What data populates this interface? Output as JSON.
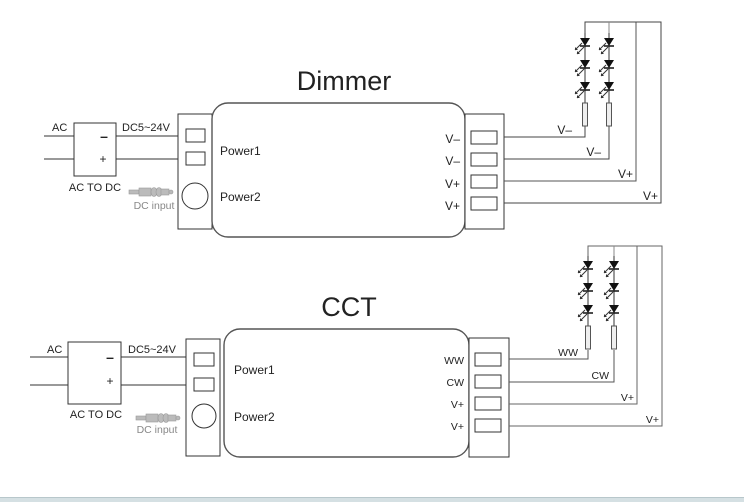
{
  "diagrams": [
    {
      "id": "dimmer",
      "title": "Dimmer",
      "psu": {
        "input_label": "AC",
        "output_label": "DC5~24V",
        "minus": "–",
        "plus": "+",
        "caption": "AC TO DC"
      },
      "dc_input_label": "DC input",
      "controller": {
        "power1": "Power1",
        "power2": "Power2",
        "outputs": [
          "V–",
          "V–",
          "V+",
          "V+"
        ]
      },
      "wire_labels": [
        "V–",
        "V–",
        "V+",
        "V+"
      ]
    },
    {
      "id": "cct",
      "title": "CCT",
      "psu": {
        "input_label": "AC",
        "output_label": "DC5~24V",
        "minus": "–",
        "plus": "+",
        "caption": "AC TO DC"
      },
      "dc_input_label": "DC input",
      "controller": {
        "power1": "Power1",
        "power2": "Power2",
        "outputs": [
          "WW",
          "CW",
          "V+",
          "V+"
        ]
      },
      "wire_labels": [
        "WW",
        "CW",
        "V+",
        "V+"
      ]
    }
  ],
  "colors": {
    "line": "#333333",
    "wire_grey": "#777777",
    "text": "#222222",
    "label_accent": "#1f5fa8",
    "dc_input_text": "#888888"
  }
}
